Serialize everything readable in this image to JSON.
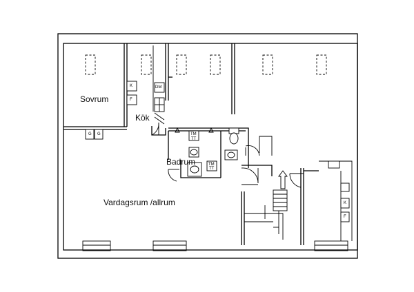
{
  "rooms": {
    "sovrum": "Sovrum",
    "kok": "Kök",
    "badrum": "Badrum",
    "vardagsrum": "Vardagsrum /allrum"
  },
  "appliance_tags": {
    "kitchen_k": "K",
    "kitchen_f": "F",
    "kitchen_dm": "DM",
    "wardrobe_g1": "G",
    "wardrobe_g2": "G",
    "bath_tm1": "TM",
    "bath_tt1": "TT",
    "bath_tm2": "TM",
    "bath_tt2": "TT",
    "right_k": "K",
    "right_f": "F"
  }
}
